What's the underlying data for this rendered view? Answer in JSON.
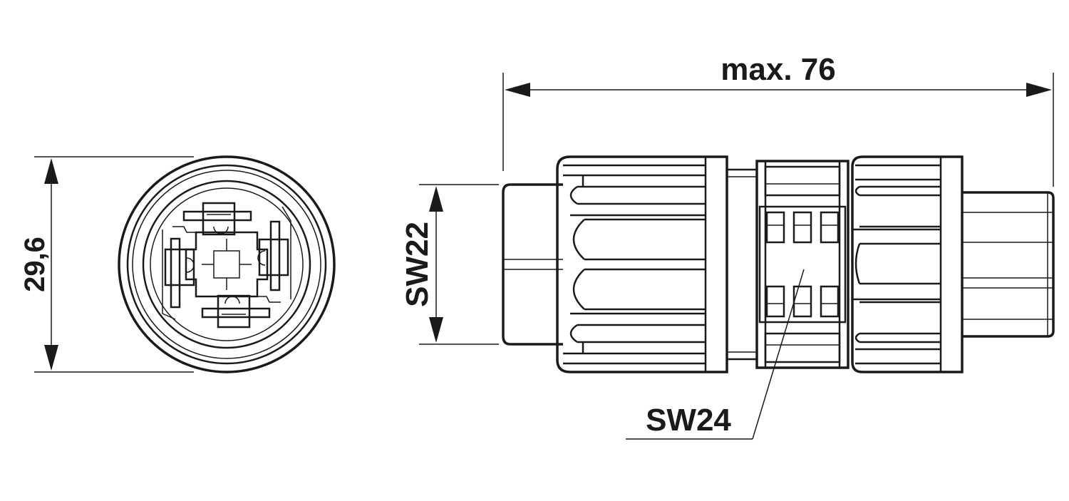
{
  "labels": {
    "diameter": "29,6",
    "max_length": "max. 76",
    "wrench_small": "SW22",
    "wrench_large": "SW24"
  },
  "colors": {
    "ink": "#1a1a1a",
    "background": "#ffffff"
  }
}
